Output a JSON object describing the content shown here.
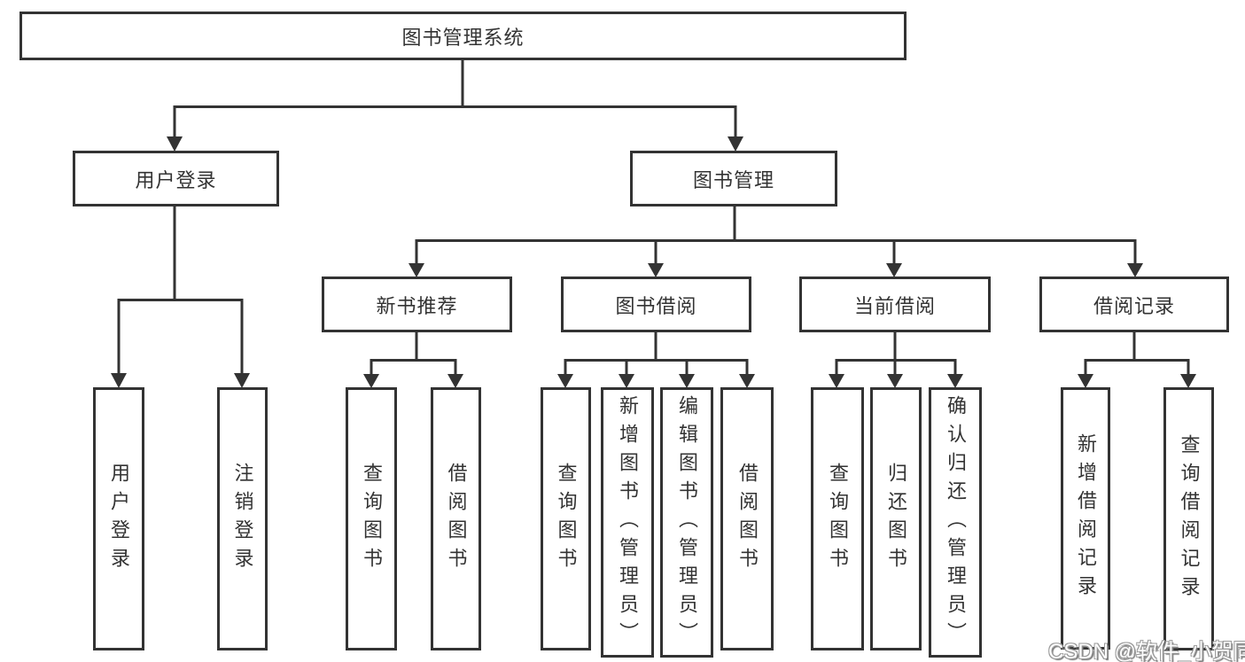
{
  "diagram": {
    "root": {
      "label": "图书管理系统"
    },
    "level2": [
      {
        "label": "用户登录"
      },
      {
        "label": "图书管理"
      }
    ],
    "level3": [
      {
        "label": "新书推荐",
        "parent": "图书管理"
      },
      {
        "label": "图书借阅",
        "parent": "图书管理"
      },
      {
        "label": "当前借阅",
        "parent": "图书管理"
      },
      {
        "label": "借阅记录",
        "parent": "图书管理"
      }
    ],
    "leaves": [
      {
        "label": "用户登录",
        "parent": "用户登录"
      },
      {
        "label": "注销登录",
        "parent": "用户登录"
      },
      {
        "label": "查询图书",
        "parent": "新书推荐"
      },
      {
        "label": "借阅图书",
        "parent": "新书推荐"
      },
      {
        "label": "查询图书",
        "parent": "图书借阅"
      },
      {
        "label": "新增图书（管理员）",
        "parent": "图书借阅"
      },
      {
        "label": "编辑图书（管理员）",
        "parent": "图书借阅"
      },
      {
        "label": "借阅图书",
        "parent": "图书借阅"
      },
      {
        "label": "查询图书",
        "parent": "当前借阅"
      },
      {
        "label": "归还图书",
        "parent": "当前借阅"
      },
      {
        "label": "确认归还（管理员）",
        "parent": "当前借阅"
      },
      {
        "label": "新增借阅记录",
        "parent": "借阅记录"
      },
      {
        "label": "查询借阅记录",
        "parent": "借阅记录"
      }
    ]
  },
  "watermark": {
    "text": "CSDN @软件_小贺同学"
  },
  "colors": {
    "line": "#333333",
    "text": "#333333",
    "background": "#ffffff",
    "watermark_fill": "#fdfdfd",
    "watermark_outline": "#9a9a9a"
  }
}
